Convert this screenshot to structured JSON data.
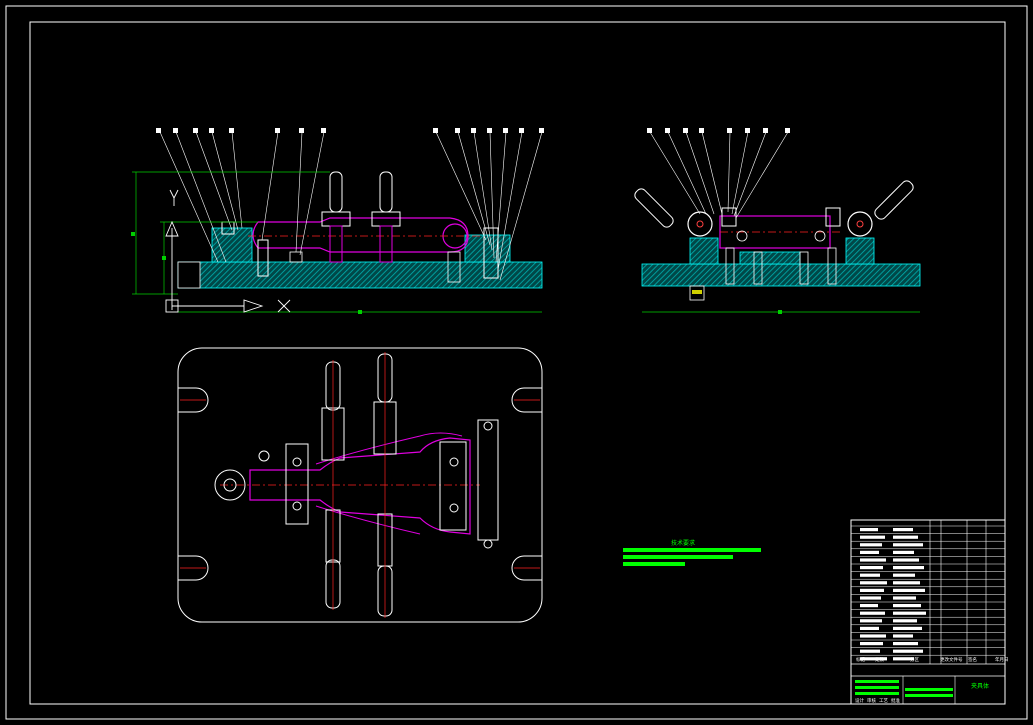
{
  "colors": {
    "background": "#000000",
    "border": "#ffffff",
    "hatch": "#00a0a0",
    "part": "#d000d0",
    "centerline": "#ff2020",
    "dimension": "#00d000",
    "notes": "#00ff00",
    "handle": "#ff4040"
  },
  "title_block": {
    "cols": [
      "标记",
      "处数",
      "分区",
      "更改文件号",
      "签名",
      "年月日"
    ],
    "bottom_labels": [
      "设计",
      "审核",
      "工艺",
      "批准"
    ],
    "drawing_name": "夹具体"
  },
  "notes": {
    "heading": "技术要求"
  }
}
